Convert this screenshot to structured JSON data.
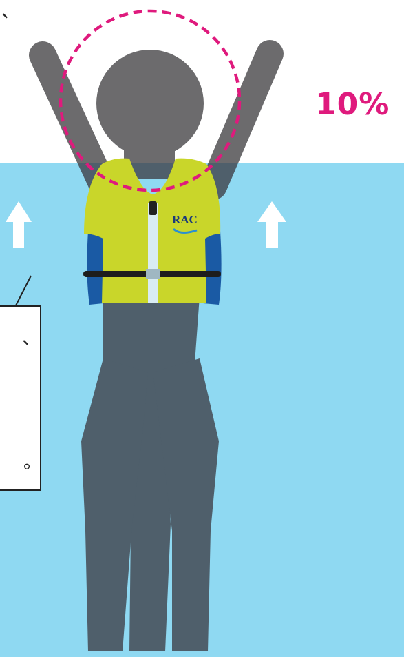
{
  "percentage_label": "10%",
  "vest_logo": "RAC",
  "callout_visible_text": [
    "、",
    "。"
  ],
  "corner_text": "、",
  "icons": {
    "left_arrow": "up-arrow",
    "right_arrow": "up-arrow",
    "head_circle": "dashed-circle"
  },
  "colors": {
    "water": "#8fd9f2",
    "body_above": "#6c6b6d",
    "body_below": "#4f5f6b",
    "vest_yellow": "#c9d62a",
    "vest_blue": "#1a5aa4",
    "strap": "#1d1d1d",
    "accent_magenta": "#df1a7d",
    "arrow": "#ffffff"
  }
}
